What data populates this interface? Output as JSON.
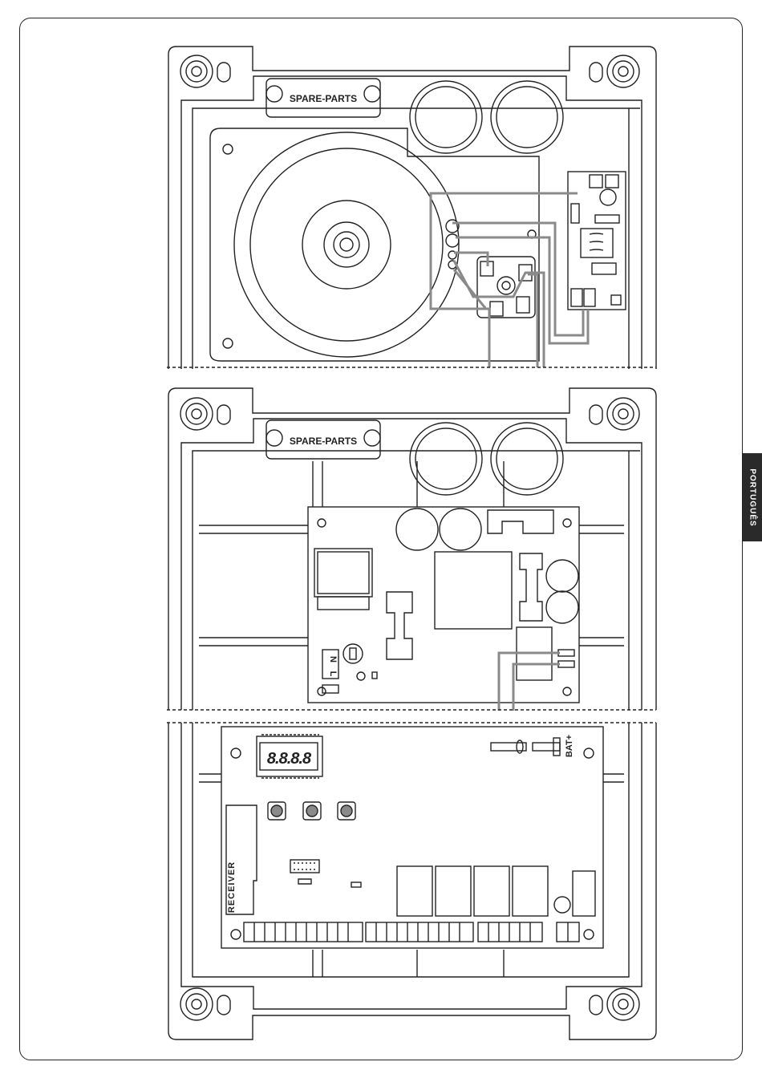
{
  "side_tab": {
    "label": "PORTUGUÊS"
  },
  "upper_unit": {
    "plate_label": "SPARE-PARTS"
  },
  "middle_unit": {
    "plate_label": "SPARE-PARTS",
    "terminal_n": "N",
    "terminal_l": "L"
  },
  "control_board": {
    "display_text": "8.8.8.8",
    "battery_label": "BAT+",
    "receiver_label": "RECEIVER"
  },
  "colors": {
    "line": "#222222",
    "wire": "#8a8a8a",
    "tab": "#2a2a2a"
  }
}
